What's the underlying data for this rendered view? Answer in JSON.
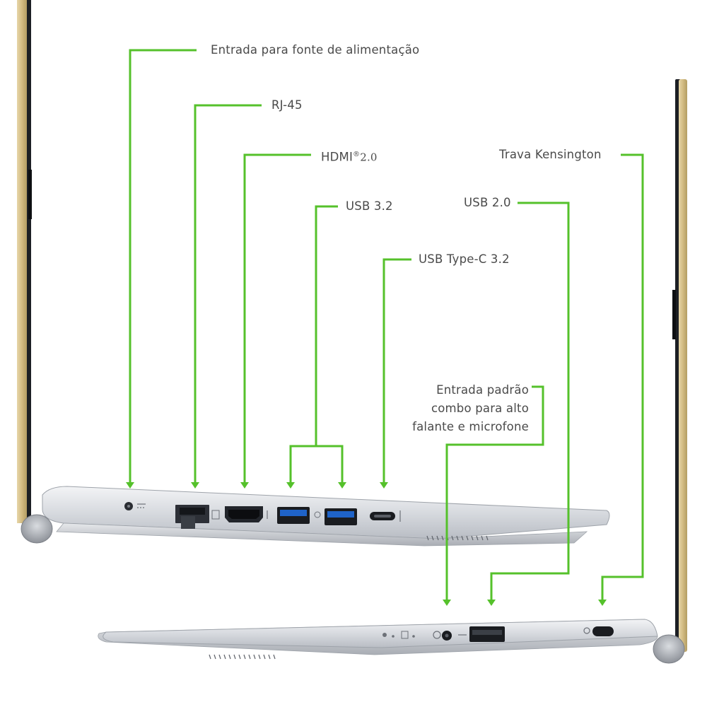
{
  "labels": {
    "power": "Entrada para fonte de alimentação",
    "rj45": "RJ-45",
    "hdmi": "HDMI",
    "hdmi_reg": "®",
    "hdmi_version": "2.0",
    "usb32": "USB 3.2",
    "usbc": "USB Type-C 3.2",
    "kensington": "Trava Kensington",
    "usb20": "USB 2.0",
    "audio_line1": "Entrada padrão",
    "audio_line2": "combo para alto",
    "audio_line3": "falante e microfone"
  },
  "colors": {
    "leader_line": "#55c12b",
    "label_text": "#4a4a4a",
    "chassis": "#c8ccd2",
    "gold_edge": "#c9b07a",
    "usb3_blue": "#1f63c8"
  },
  "icons": [
    "arrow-down-icon",
    "power-port-icon",
    "rj45-port-icon",
    "hdmi-port-icon",
    "usb3-port-icon",
    "usbc-port-icon",
    "audio-jack-icon",
    "usb2-port-icon",
    "kensington-lock-icon"
  ]
}
